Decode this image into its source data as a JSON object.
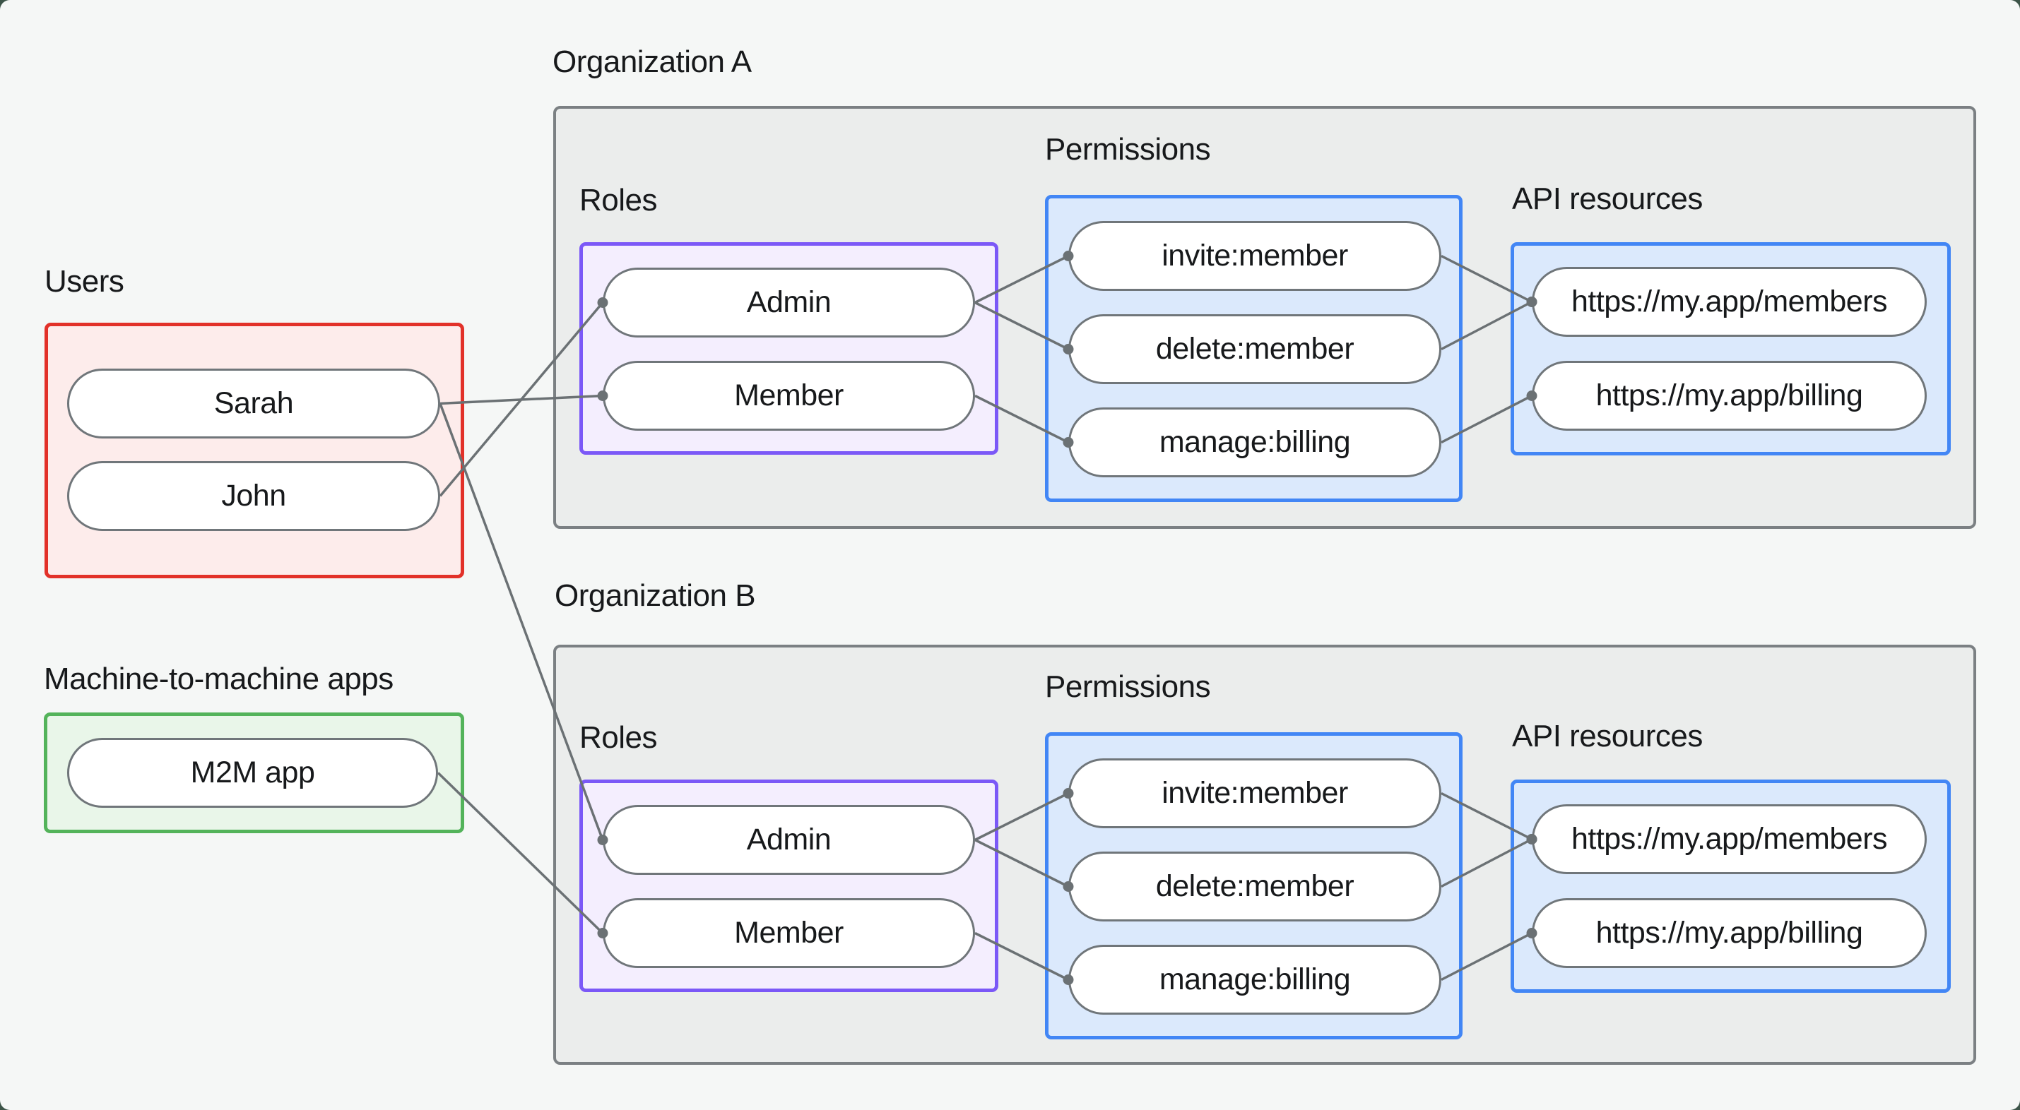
{
  "canvas": {
    "background": "#f5f7f6",
    "outer_background": "#3c5448",
    "line_color": "#6b7174"
  },
  "colors": {
    "users_border": "#e23129",
    "users_fill": "#fdeceb",
    "m2m_border": "#53b35a",
    "m2m_fill": "#e9f6e9",
    "roles_border": "#7b58f7",
    "roles_fill": "#f4eefe",
    "blue_border": "#4286f5",
    "blue_fill": "#dbe9fc",
    "org_border": "#7b8083",
    "org_fill": "#ebedec"
  },
  "groups": {
    "users": {
      "title": "Users",
      "items": [
        {
          "id": "sarah",
          "label": "Sarah"
        },
        {
          "id": "john",
          "label": "John"
        }
      ]
    },
    "m2m": {
      "title": "Machine-to-machine apps",
      "items": [
        {
          "id": "m2m",
          "label": "M2M app"
        }
      ]
    }
  },
  "orgs": [
    {
      "id": "orgA",
      "title": "Organization A",
      "sections": [
        {
          "id": "rolesA",
          "kind": "roles",
          "title": "Roles",
          "items": [
            {
              "id": "adminA",
              "label": "Admin"
            },
            {
              "id": "memberA",
              "label": "Member"
            }
          ]
        },
        {
          "id": "permA",
          "kind": "permissions",
          "title": "Permissions",
          "items": [
            {
              "id": "inviteA",
              "label": "invite:member"
            },
            {
              "id": "deleteA",
              "label": "delete:member"
            },
            {
              "id": "manageA",
              "label": "manage:billing"
            }
          ]
        },
        {
          "id": "apiA",
          "kind": "api",
          "title": "API resources",
          "items": [
            {
              "id": "membersA",
              "label": "https://my.app/members"
            },
            {
              "id": "billingA",
              "label": "https://my.app/billing"
            }
          ]
        }
      ]
    },
    {
      "id": "orgB",
      "title": "Organization B",
      "sections": [
        {
          "id": "rolesB",
          "kind": "roles",
          "title": "Roles",
          "items": [
            {
              "id": "adminB",
              "label": "Admin"
            },
            {
              "id": "memberB",
              "label": "Member"
            }
          ]
        },
        {
          "id": "permB",
          "kind": "permissions",
          "title": "Permissions",
          "items": [
            {
              "id": "inviteB",
              "label": "invite:member"
            },
            {
              "id": "deleteB",
              "label": "delete:member"
            },
            {
              "id": "manageB",
              "label": "manage:billing"
            }
          ]
        },
        {
          "id": "apiB",
          "kind": "api",
          "title": "API resources",
          "items": [
            {
              "id": "membersB",
              "label": "https://my.app/members"
            },
            {
              "id": "billingB",
              "label": "https://my.app/billing"
            }
          ]
        }
      ]
    }
  ],
  "edges": [
    {
      "from": "sarah",
      "to": "memberA"
    },
    {
      "from": "sarah",
      "to": "adminB"
    },
    {
      "from": "john",
      "to": "adminA"
    },
    {
      "from": "m2m",
      "to": "memberB"
    },
    {
      "from": "adminA",
      "to": "inviteA"
    },
    {
      "from": "adminA",
      "to": "deleteA"
    },
    {
      "from": "memberA",
      "to": "manageA"
    },
    {
      "from": "inviteA",
      "to": "membersA"
    },
    {
      "from": "deleteA",
      "to": "membersA"
    },
    {
      "from": "manageA",
      "to": "billingA"
    },
    {
      "from": "adminB",
      "to": "inviteB"
    },
    {
      "from": "adminB",
      "to": "deleteB"
    },
    {
      "from": "memberB",
      "to": "manageB"
    },
    {
      "from": "inviteB",
      "to": "membersB"
    },
    {
      "from": "deleteB",
      "to": "membersB"
    },
    {
      "from": "manageB",
      "to": "billingB"
    }
  ]
}
